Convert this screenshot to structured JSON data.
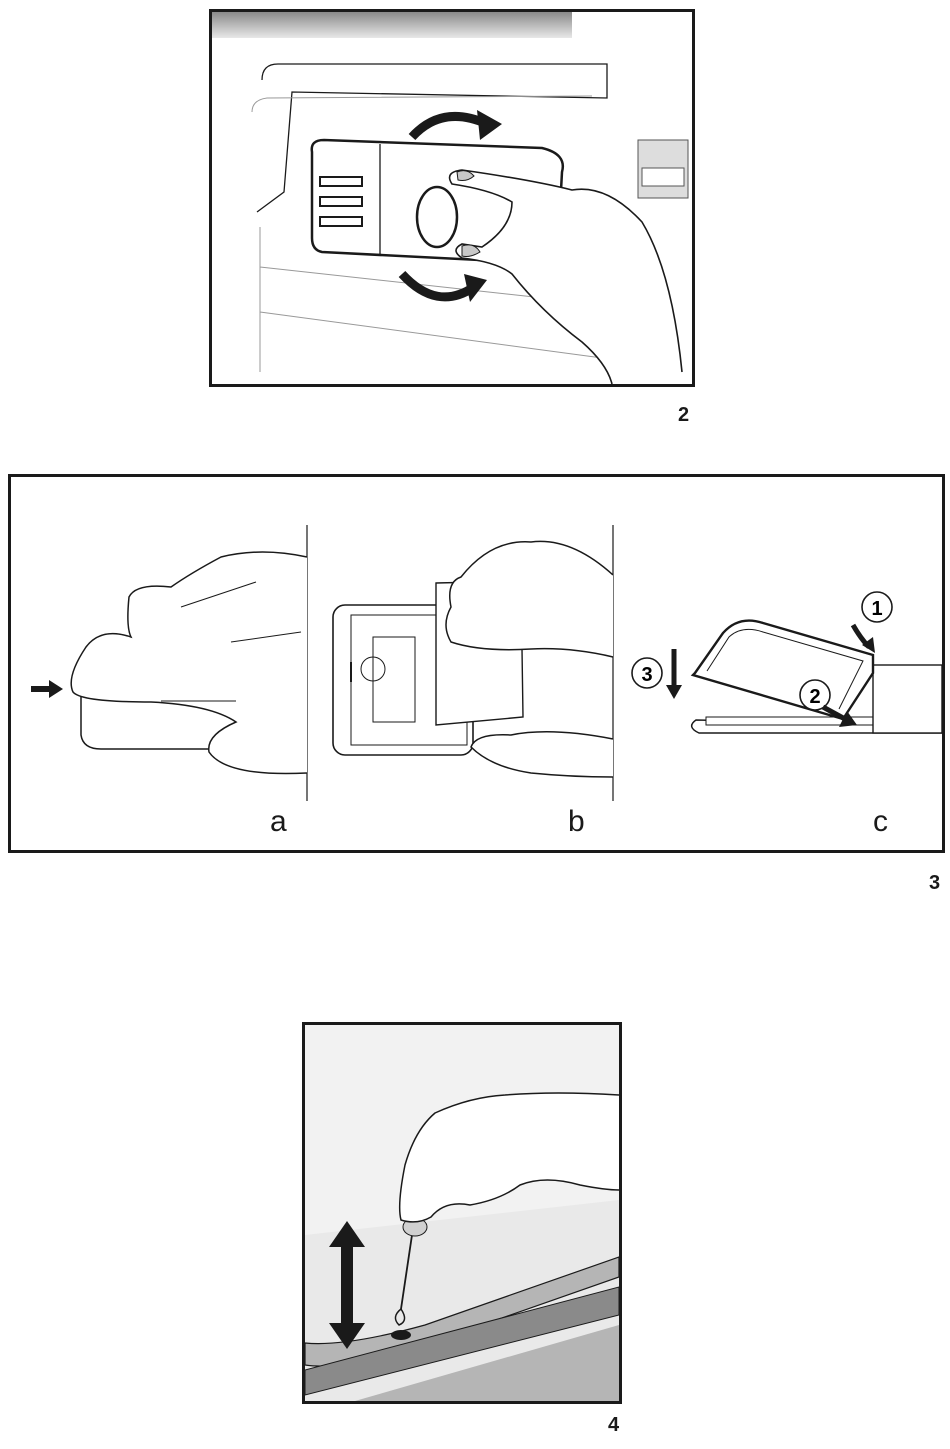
{
  "figures": [
    {
      "number": "2"
    },
    {
      "number": "3",
      "panels": [
        {
          "label": "a"
        },
        {
          "label": "b"
        },
        {
          "label": "c",
          "callouts": [
            "1",
            "2",
            "3"
          ]
        }
      ]
    },
    {
      "number": "4"
    }
  ],
  "colors": {
    "line": "#1a1a1a",
    "shade_light": "#e9e9e9",
    "shade_mid": "#b5b5b5",
    "shade_dark": "#8a8a8a"
  }
}
